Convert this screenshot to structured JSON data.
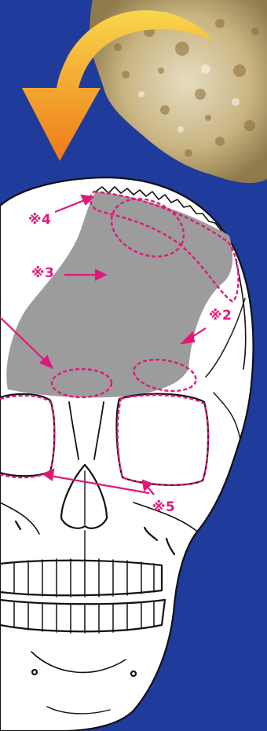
{
  "colors": {
    "background": "#1f3b9c",
    "callout": "#e0187a",
    "defect": "#9c9c9c",
    "bone_line": "#111111",
    "bone_fill": "#ffffff",
    "arrow_start": "#f6c83a",
    "arrow_end": "#ee7a1a",
    "rock": "#cbb98f"
  },
  "icons": {
    "rock": "bone-graft-rock-icon",
    "arrow": "curved-down-arrow-icon",
    "skull": "skull-front-view-icon"
  },
  "callouts": {
    "c2": "※2",
    "c3": "※3",
    "c4": "※4",
    "c5": "※5"
  }
}
